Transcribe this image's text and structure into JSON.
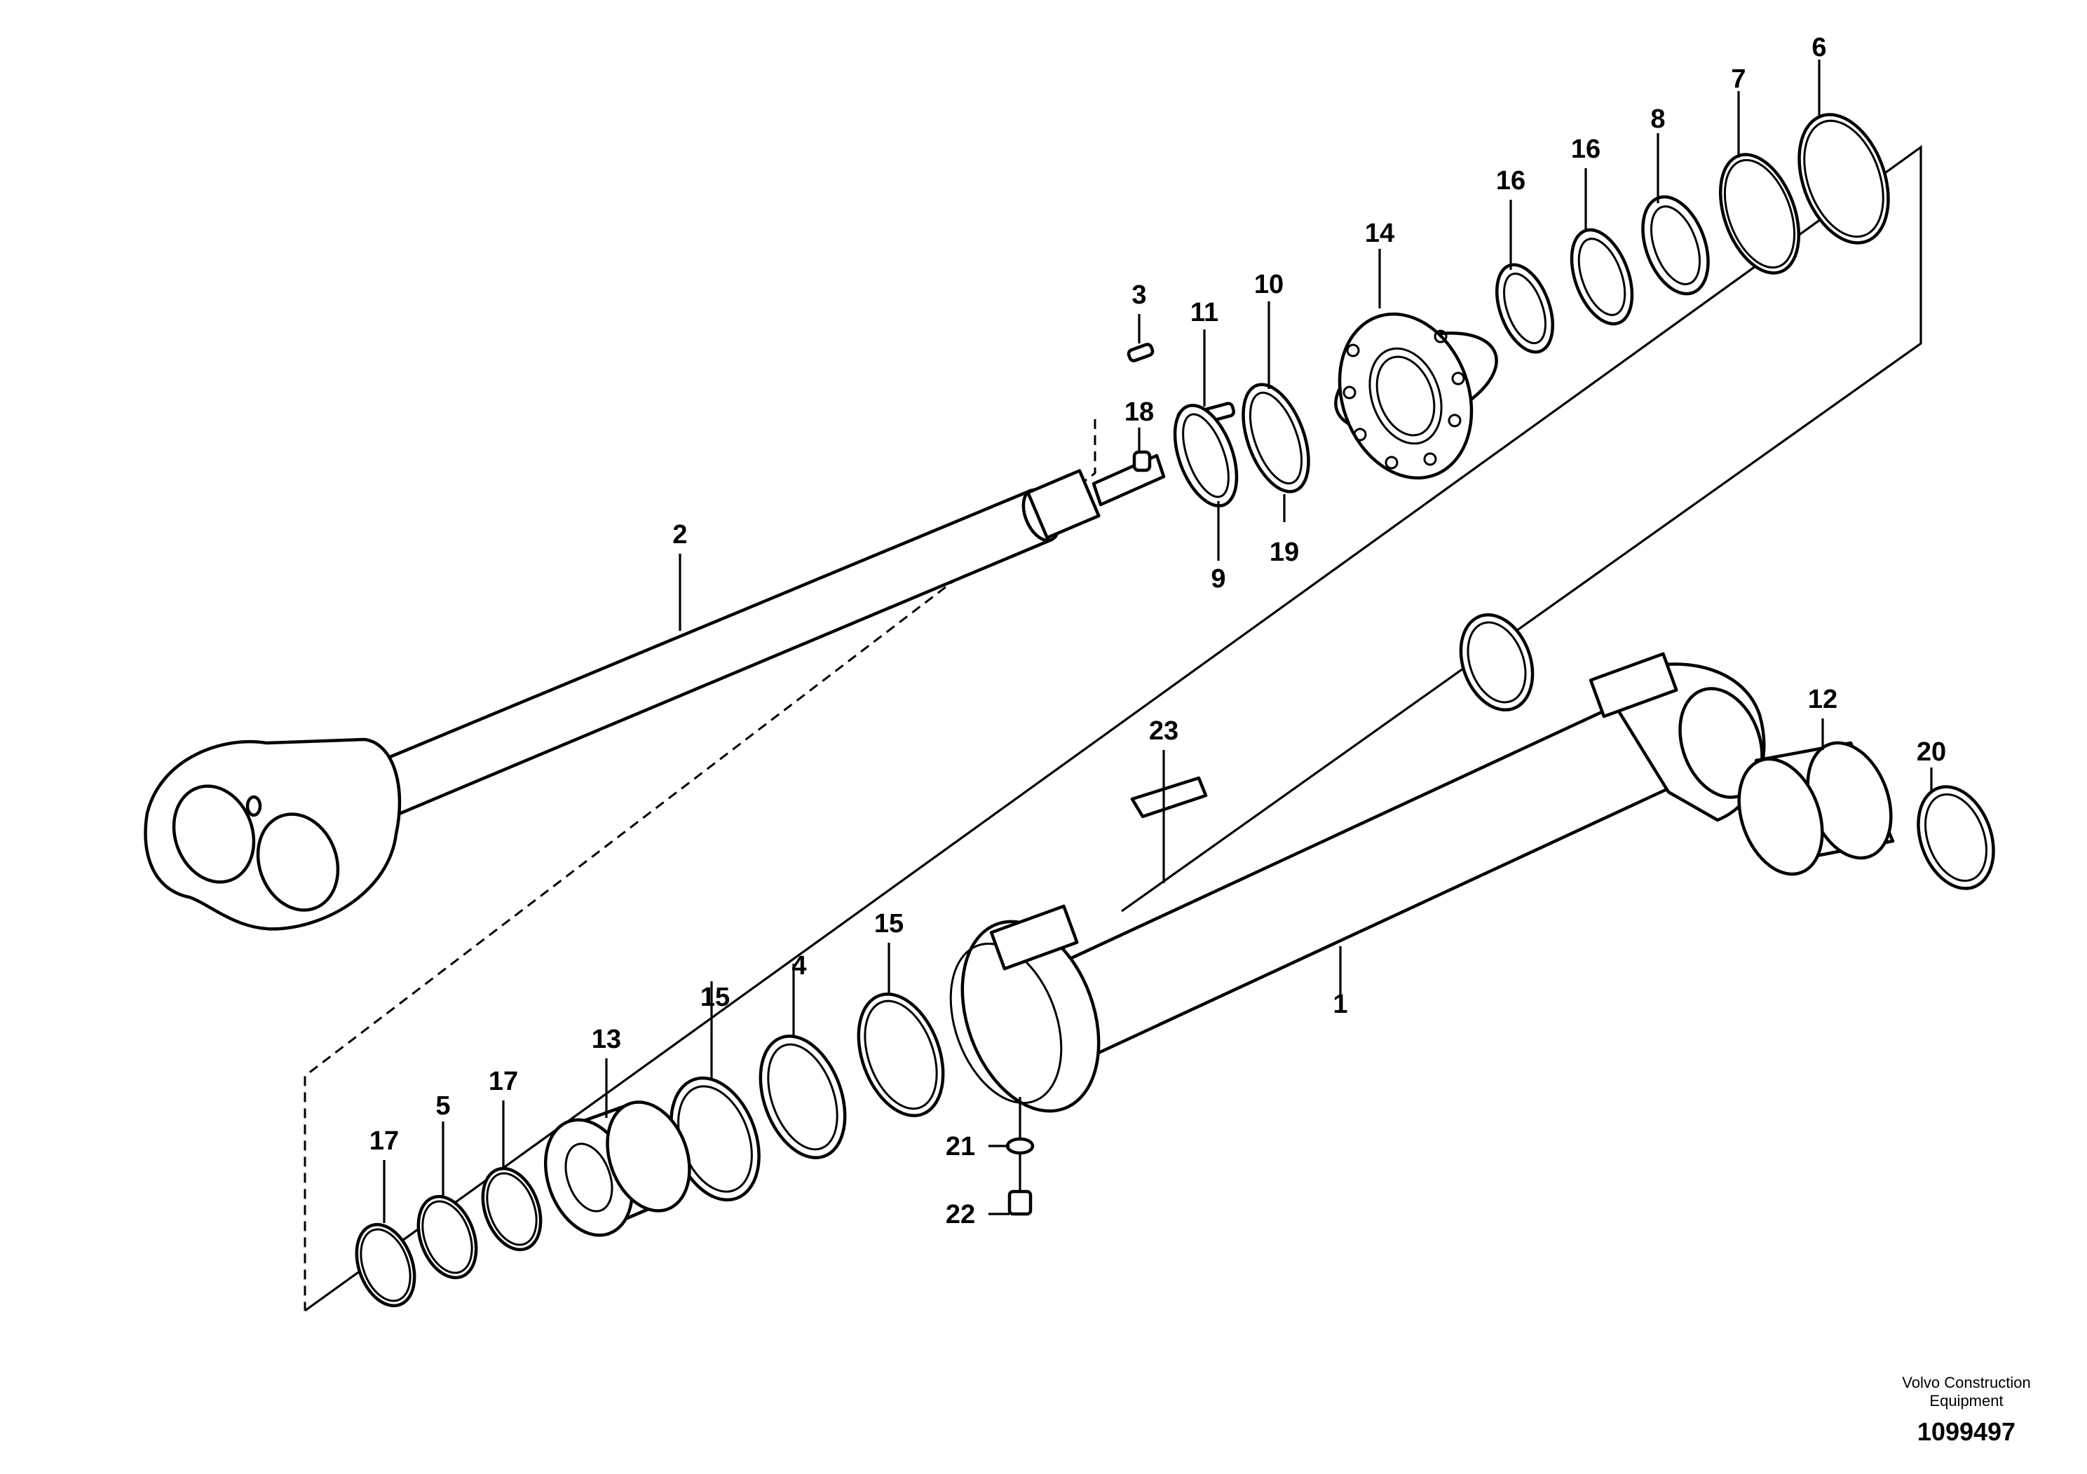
{
  "footer": {
    "company_line1": "Volvo Construction",
    "company_line2": "Equipment",
    "drawing_number": "1099497"
  },
  "callouts": {
    "c1": "1",
    "c2": "2",
    "c3": "3",
    "c4": "4",
    "c5": "5",
    "c6": "6",
    "c7": "7",
    "c8": "8",
    "c9": "9",
    "c10": "10",
    "c11": "11",
    "c12": "12",
    "c13": "13",
    "c14": "14",
    "c15a": "15",
    "c15b": "15",
    "c16a": "16",
    "c16b": "16",
    "c17a": "17",
    "c17b": "17",
    "c18": "18",
    "c19": "19",
    "c20": "20",
    "c21": "21",
    "c22": "22",
    "c23": "23"
  }
}
